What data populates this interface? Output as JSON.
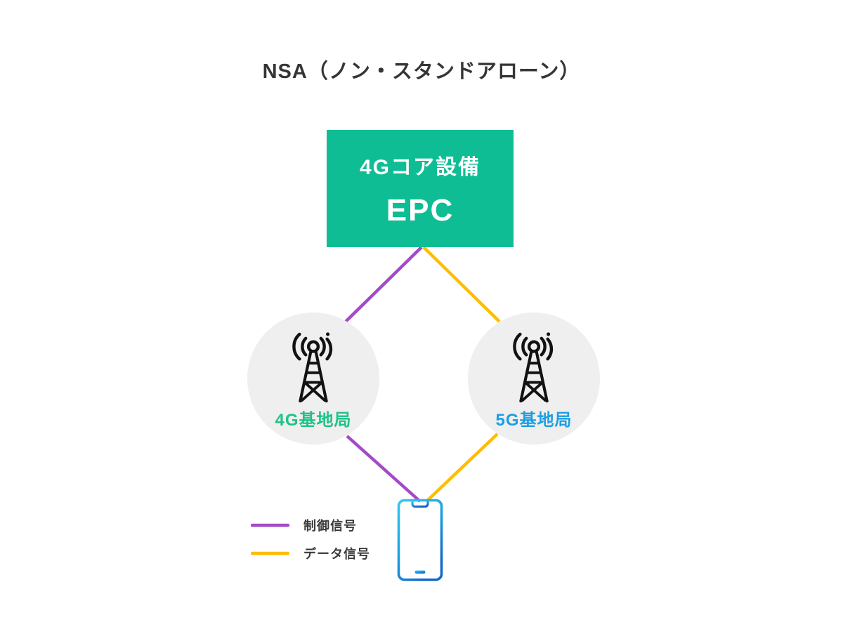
{
  "title": "NSA（ノン・スタンドアローン）",
  "diagram": {
    "core_box": {
      "subtitle": "4Gコア設備",
      "title": "EPC",
      "bg_color": "#0fbd95",
      "text_color": "#ffffff"
    },
    "stations": [
      {
        "label": "4G基地局",
        "label_color": "#1fc287",
        "icon": "cell-tower-icon"
      },
      {
        "label": "5G基地局",
        "label_color": "#1d9ee3",
        "icon": "cell-tower-icon"
      }
    ],
    "device": {
      "icon": "smartphone-icon"
    },
    "connections": [
      {
        "from": "EPC",
        "to": "4G基地局",
        "signal": "制御信号",
        "color": "#a34bc8"
      },
      {
        "from": "EPC",
        "to": "5G基地局",
        "signal": "データ信号",
        "color": "#fdbe02"
      },
      {
        "from": "4G基地局",
        "to": "smartphone",
        "signal": "制御信号",
        "color": "#a34bc8"
      },
      {
        "from": "5G基地局",
        "to": "smartphone",
        "signal": "データ信号",
        "color": "#fdbe02"
      }
    ]
  },
  "legend": {
    "items": [
      {
        "label": "制御信号",
        "color": "#a34bc8"
      },
      {
        "label": "データ信号",
        "color": "#fdbe02"
      }
    ]
  },
  "colors": {
    "background": "#ffffff",
    "title_text": "#353535",
    "station_circle_bg": "#efefef",
    "tower_icon": "#121212",
    "phone_gradient_start": "#33c9ef",
    "phone_gradient_end": "#1668c9"
  }
}
